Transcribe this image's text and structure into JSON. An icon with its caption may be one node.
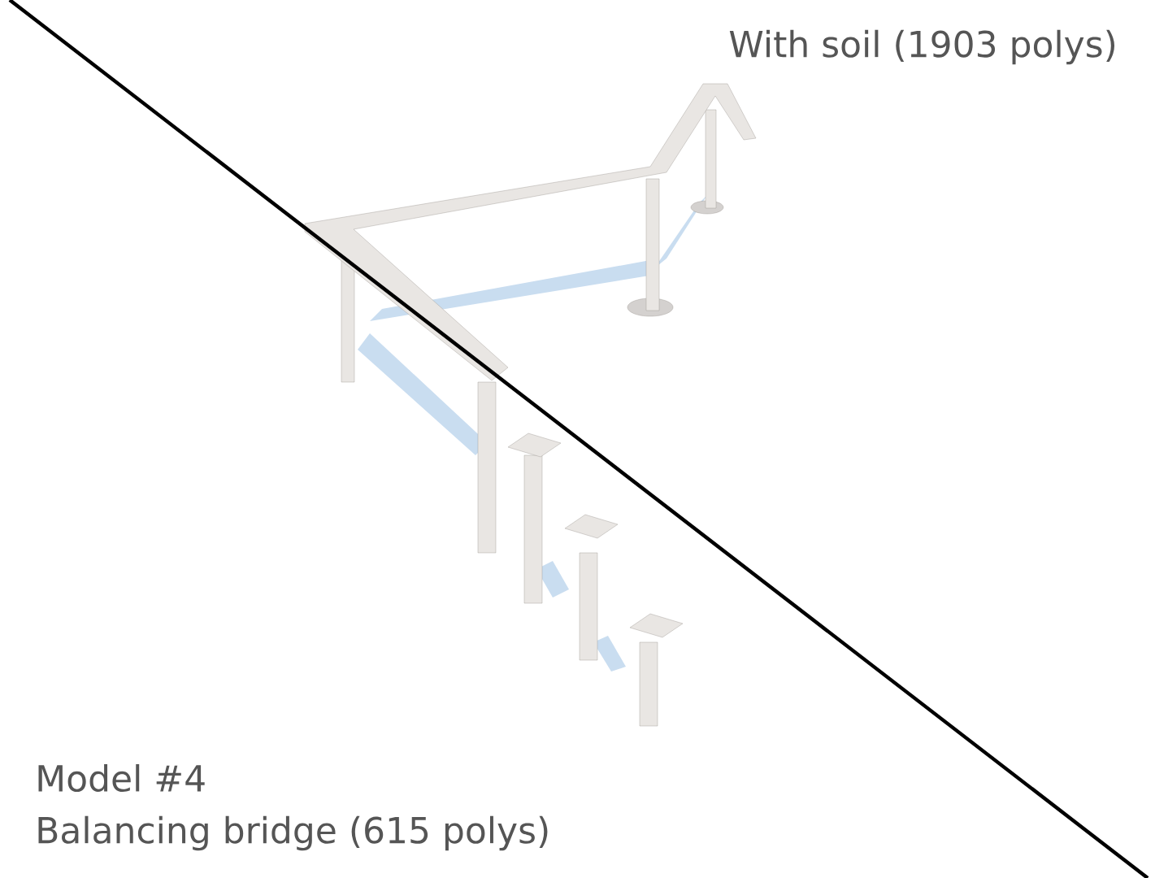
{
  "diagram": {
    "labels": [
      "With soil (1903 polys)",
      "Model #4",
      "Balancing bridge (615 polys)"
    ]
  }
}
